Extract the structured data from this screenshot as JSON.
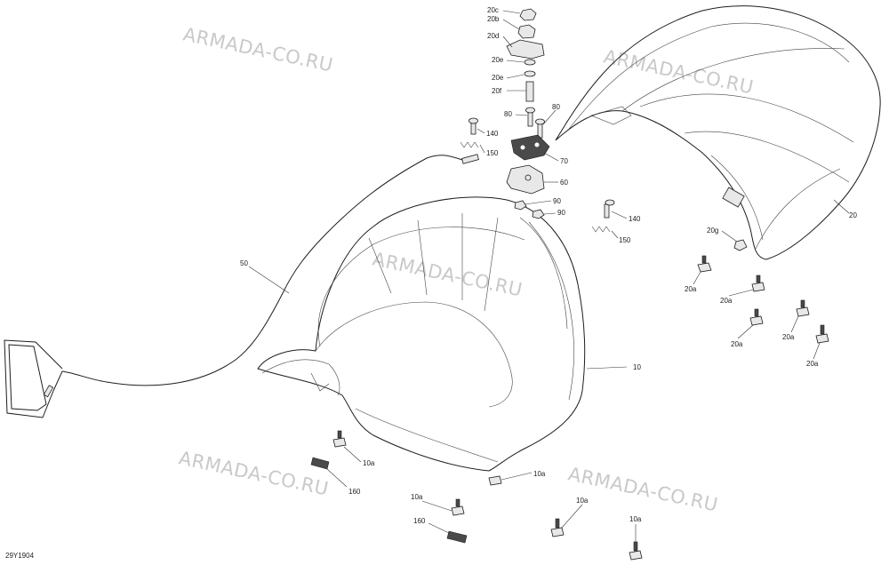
{
  "watermark": "ARMADA-CO.RU",
  "diagram_code": "29Y1904",
  "labels": {
    "l20c": "20c",
    "l20b": "20b",
    "l20d": "20d",
    "l20e_1": "20e",
    "l20e_2": "20e",
    "l20f": "20f",
    "l80_1": "80",
    "l80_2": "80",
    "l140_1": "140",
    "l150_1": "150",
    "l70": "70",
    "l60": "60",
    "l90_1": "90",
    "l90_2": "90",
    "l140_2": "140",
    "l150_2": "150",
    "l20": "20",
    "l20g": "20g",
    "l20a_1": "20a",
    "l20a_2": "20a",
    "l20a_3": "20a",
    "l20a_4": "20a",
    "l20a_5": "20a",
    "l50": "50",
    "l10": "10",
    "l10a_1": "10a",
    "l10a_2": "10a",
    "l10a_3": "10a",
    "l10a_4": "10a",
    "l10a_5": "10a",
    "l160_1": "160",
    "l160_2": "160"
  }
}
